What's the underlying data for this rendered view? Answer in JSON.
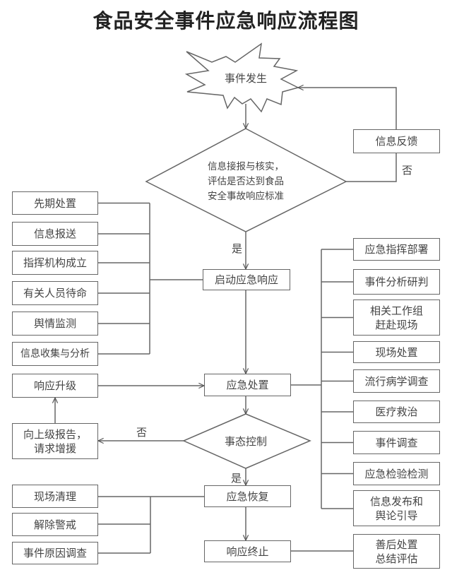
{
  "title": "食品安全事件应急响应流程图",
  "labels": {
    "yes": "是",
    "no": "否"
  },
  "nodes": {
    "event_occurs": "事件发生",
    "assess_decision": [
      "信息接报与核实，",
      "评估是否达到食品",
      "安全事故响应标准"
    ],
    "feedback": "信息反馈",
    "launch_response": "启动应急响应",
    "emergency_handling": "应急处置",
    "situation_control": "事态控制",
    "emergency_recovery": "应急恢复",
    "response_termination": "响应终止",
    "response_upgrade": "响应升级",
    "report_superior": [
      "向上级报告，",
      "请求增援"
    ]
  },
  "launch_tasks": [
    "先期处置",
    "信息报送",
    "指挥机构成立",
    "有关人员待命",
    "舆情监测",
    "信息收集与分析"
  ],
  "handling_tasks": [
    [
      "应急指挥部署"
    ],
    [
      "事件分析研判"
    ],
    [
      "相关工作组",
      "赶赴现场"
    ],
    [
      "现场处置"
    ],
    [
      "流行病学调查"
    ],
    [
      "医疗救治"
    ],
    [
      "事件调查"
    ],
    [
      "应急检验检测"
    ],
    [
      "信息发布和",
      "舆论引导"
    ]
  ],
  "aftercare": [
    "善后处置",
    "总结评估"
  ],
  "recovery_tasks": [
    "现场清理",
    "解除警戒",
    "事件原因调查"
  ]
}
